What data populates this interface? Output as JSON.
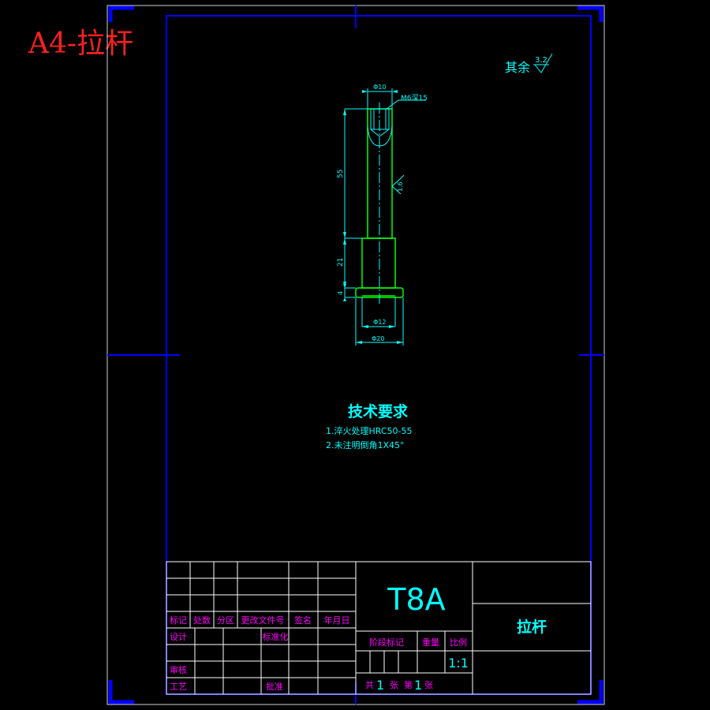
{
  "sheet_label": "A4-拉杆",
  "roughness_other": {
    "prefix": "其余",
    "value": "3.2"
  },
  "dimensions": {
    "d10": "Φ10",
    "thread": "M6深15",
    "len55": "55",
    "len21": "21",
    "len4": "4",
    "d12": "Φ12",
    "d20": "Φ20",
    "rough16": "1.6"
  },
  "tech_req": {
    "title": "技术要求",
    "items": [
      "1.淬火处理HRC50-55",
      "2.未注明倒角1X45°"
    ]
  },
  "title_block": {
    "material": "T8A",
    "part_name": "拉杆",
    "headers": [
      "标记",
      "处数",
      "分区",
      "更改文件号",
      "签名",
      "年月日"
    ],
    "design": "设计",
    "standardize": "标准化",
    "review": "审核",
    "process": "工艺",
    "approve": "批准",
    "stage_mark": "阶段标记",
    "weight": "重量",
    "scale_label": "比例",
    "scale_value": "1:1",
    "sheets_total_prefix": "共",
    "sheets_total": "1",
    "sheets_unit1": "张",
    "sheet_no_prefix": "第",
    "sheet_no": "1",
    "sheets_unit2": "张"
  },
  "colors": {
    "frame": "#0000ff",
    "outline": "#00ff00",
    "dimension": "#00ffff",
    "block_text": "#ff00ff",
    "label": "#ff2020"
  }
}
